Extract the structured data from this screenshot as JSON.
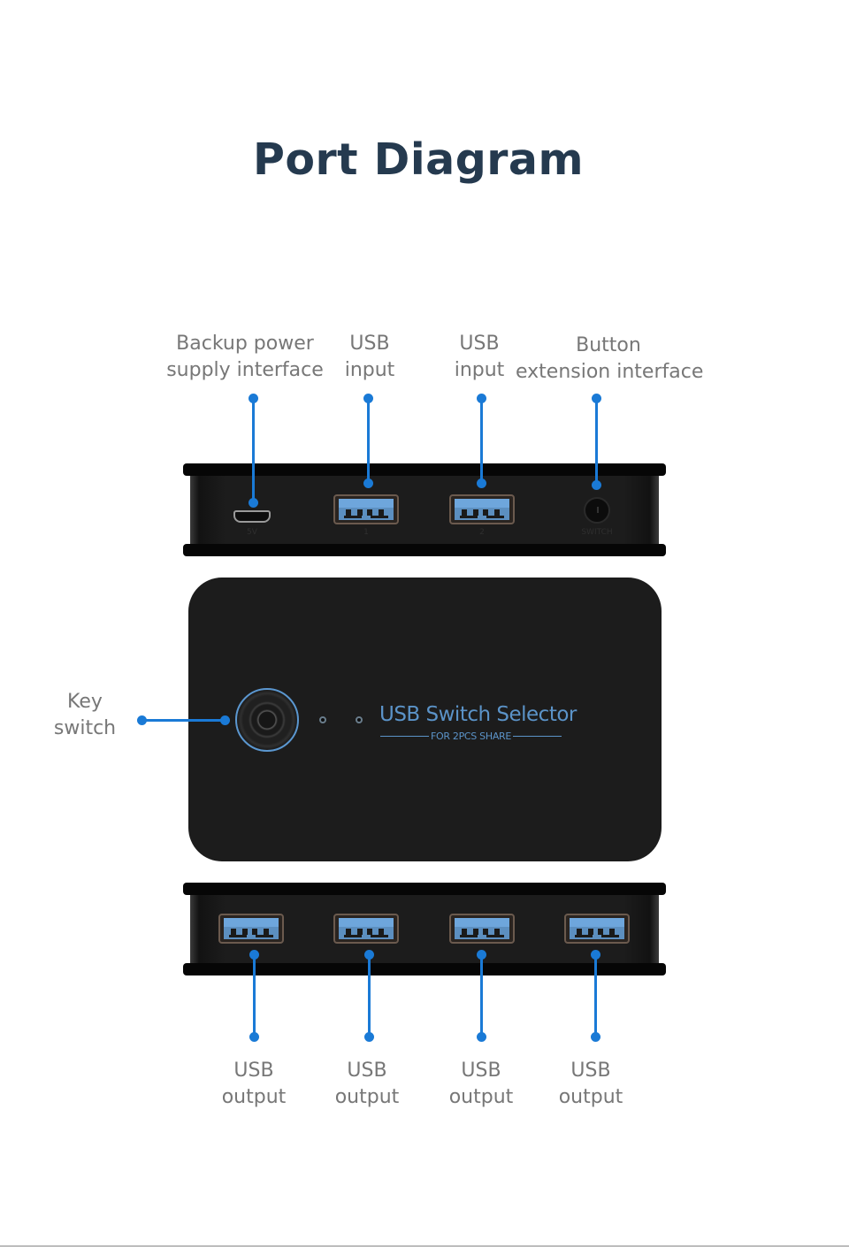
{
  "title": "Port Diagram",
  "top_labels": [
    {
      "line1": "Backup power",
      "line2": "supply interface"
    },
    {
      "line1": "USB",
      "line2": "input"
    },
    {
      "line1": "USB",
      "line2": "input"
    },
    {
      "line1": "Button",
      "line2": "extension interface"
    }
  ],
  "side_label": {
    "line1": "Key",
    "line2": "switch"
  },
  "bottom_labels": [
    {
      "line1": "USB",
      "line2": "output"
    },
    {
      "line1": "USB",
      "line2": "output"
    },
    {
      "line1": "USB",
      "line2": "output"
    },
    {
      "line1": "USB",
      "line2": "output"
    }
  ],
  "device": {
    "brand": "USB Switch Selector",
    "subtitle": "FOR 2PCS SHARE",
    "port_marks": {
      "power": "5V",
      "usb1": "1",
      "usb2": "2",
      "switch": "SWITCH"
    }
  },
  "colors": {
    "title": "#253a4f",
    "callout": "#1a7ad6",
    "label": "#777777",
    "device_body": "#1c1c1c",
    "brand_text": "#5b93c8",
    "usb_blue": "#6ea6dc"
  }
}
